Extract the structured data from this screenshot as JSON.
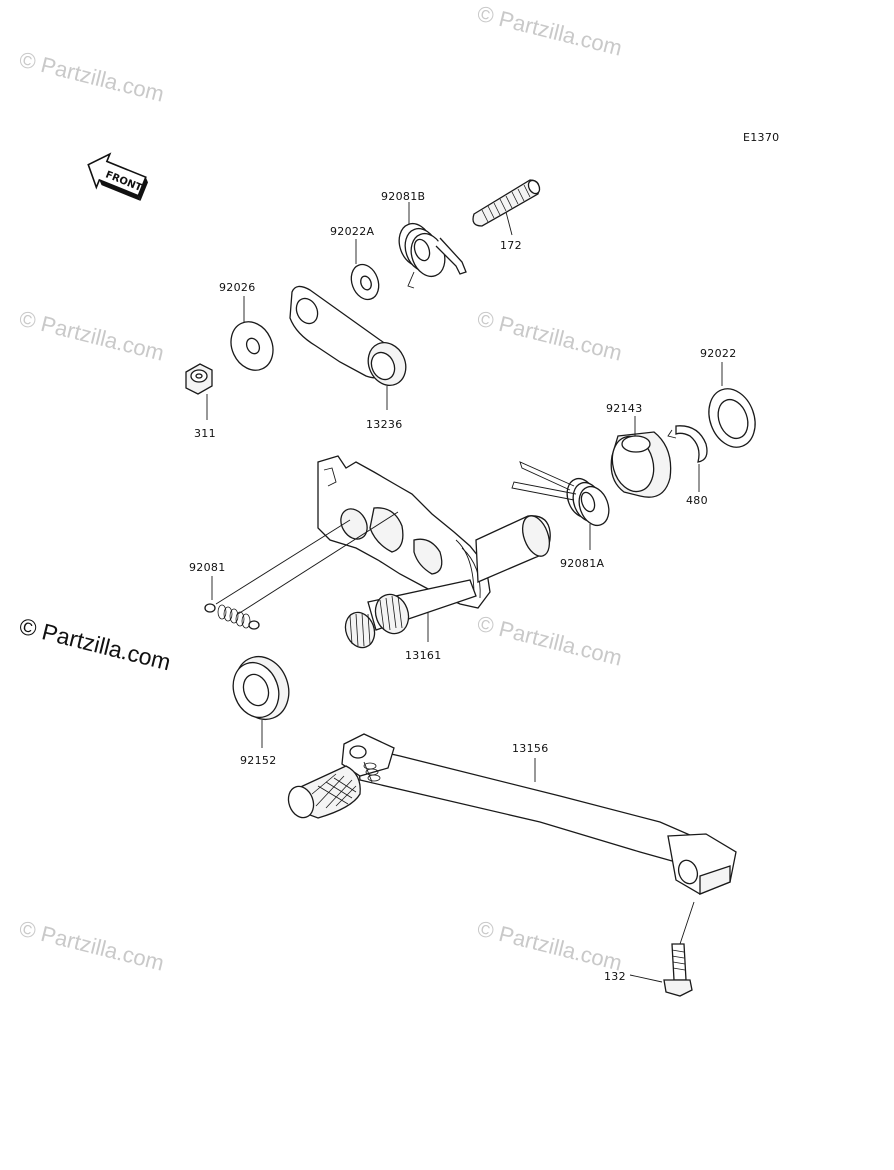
{
  "diagram_code": "E1370",
  "front_arrow_label": "FRONT",
  "watermark": "© Partzilla.com",
  "parts": {
    "p172": "172",
    "p92081B": "92081B",
    "p92022A": "92022A",
    "p92026": "92026",
    "p311": "311",
    "p13236": "13236",
    "p92022": "92022",
    "p92143": "92143",
    "p480": "480",
    "p92081A": "92081A",
    "p92081": "92081",
    "p13161": "13161",
    "p92152": "92152",
    "p13156": "13156",
    "p132": "132"
  }
}
